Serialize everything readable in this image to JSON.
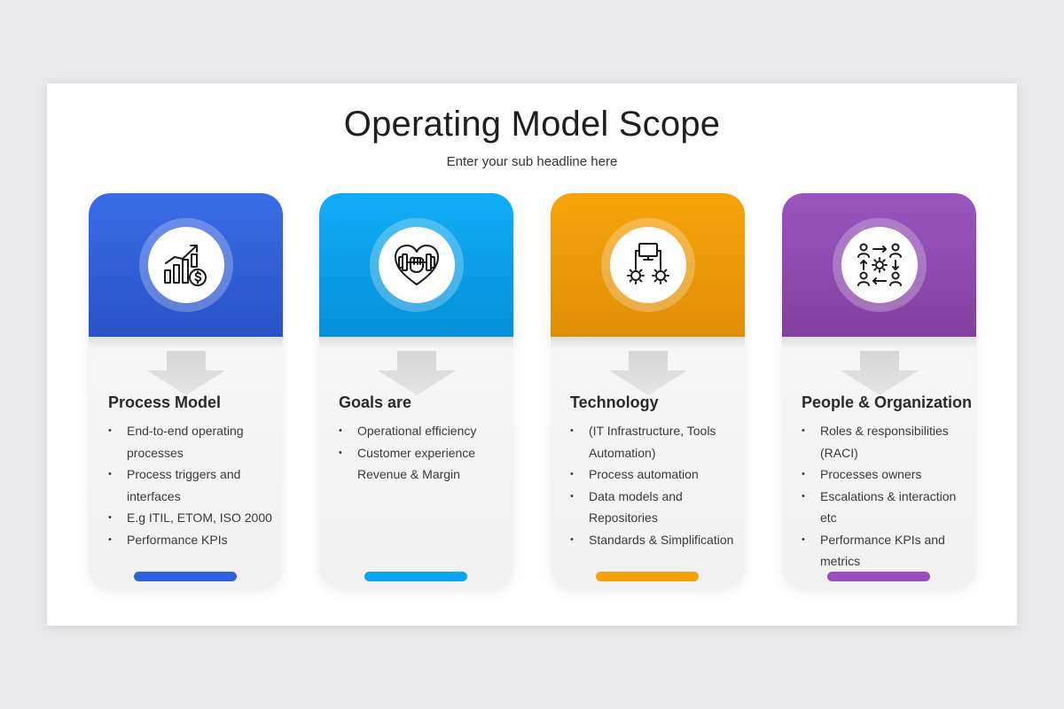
{
  "slide": {
    "title": "Operating Model Scope",
    "subtitle": "Enter your sub headline here"
  },
  "cards": [
    {
      "heading": "Process Model",
      "icon": "growth-chart-dollar-icon",
      "color": "#2f5fd8",
      "color_light": "#3a6ce8",
      "color_dark": "#2a52c7",
      "items": [
        "End-to-end operating processes",
        "Process triggers and interfaces",
        "E.g ITIL, ETOM, ISO 2000",
        "Performance KPIs"
      ]
    },
    {
      "heading": "Goals are",
      "icon": "heart-fitness-icon",
      "color": "#0aa3ee",
      "color_light": "#12adf7",
      "color_dark": "#0590d8",
      "items": [
        "Operational efficiency",
        "Customer experience Revenue & Margin"
      ]
    },
    {
      "heading": "Technology",
      "icon": "computer-gears-icon",
      "color": "#f39c12",
      "color_light": "#f7a40a",
      "color_dark": "#e08e08",
      "items": [
        "(IT Infrastructure, Tools Automation)",
        "Process automation",
        "Data models and Repositories",
        "Standards & Simplification"
      ]
    },
    {
      "heading": "People & Organization",
      "icon": "people-process-icon",
      "color": "#8e44ad",
      "color_light": "#9a55bf",
      "color_dark": "#83409f",
      "items": [
        "Roles & responsibilities (RACI)",
        "Processes owners",
        "Escalations & interaction etc",
        "Performance KPIs and metrics"
      ]
    }
  ]
}
